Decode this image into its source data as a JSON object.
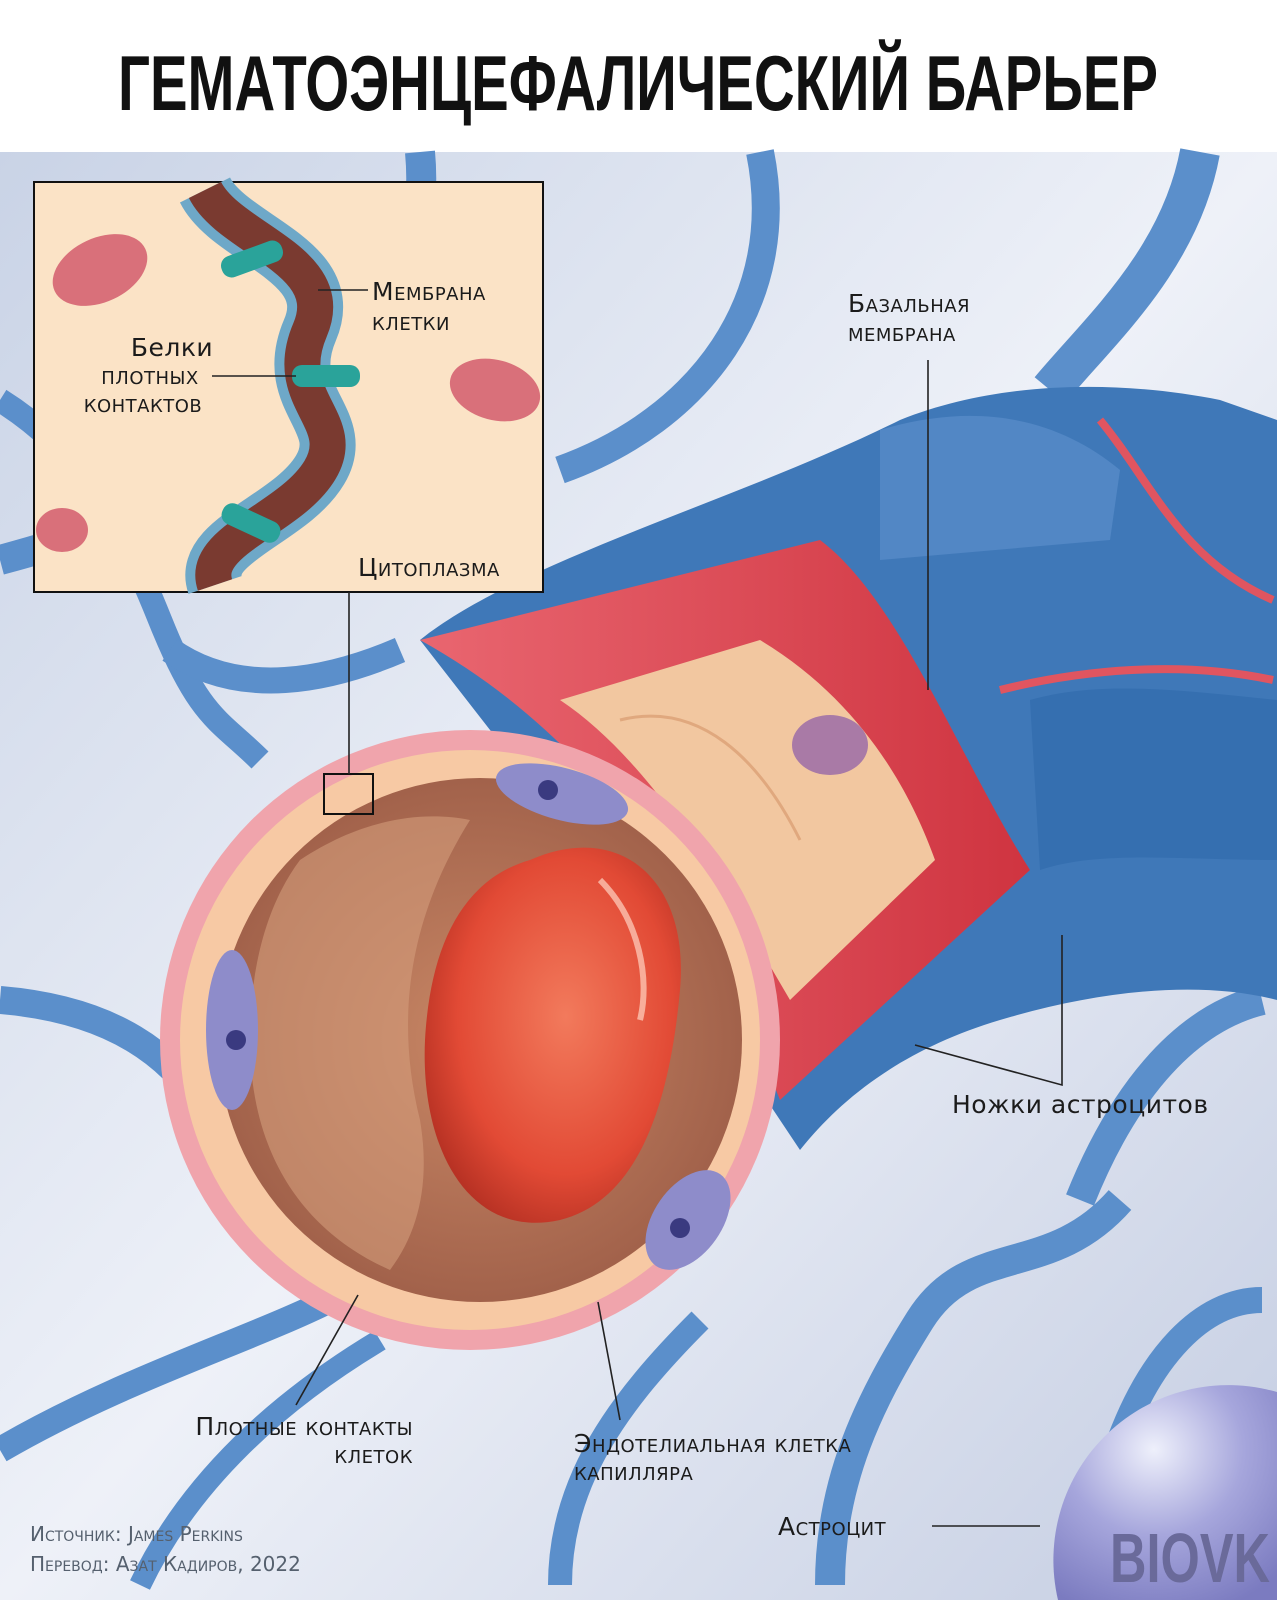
{
  "title": "ГЕМАТОЭНЦЕФАЛИЧЕСКИЙ БАРЬЕР",
  "inset": {
    "membrane_label": [
      "Мембрана",
      "клетки"
    ],
    "proteins_label": [
      "Белки",
      "плотных",
      "контактов"
    ],
    "cytoplasm_label": "Цитоплазма"
  },
  "labels": {
    "basal_membrane": [
      "Базальная",
      "мембрана"
    ],
    "astrocyte_feet": "Ножки астроцитов",
    "tight_junctions": [
      "Плотные контакты",
      "клеток"
    ],
    "endothelial_cell": [
      "Эндотелиальная клетка",
      "капилляра"
    ],
    "astrocyte": "Астроцит"
  },
  "credits": {
    "source": "Источник: James Perkins",
    "translation": "Перевод: Азат Кадиров, 2022"
  },
  "watermark": "BIOVK",
  "colors": {
    "astrocyte_blue": "#3f78b8",
    "basal_red": "#e0454f",
    "erythrocyte": "#e8503a",
    "inset_bg": "#fbe3c6"
  }
}
